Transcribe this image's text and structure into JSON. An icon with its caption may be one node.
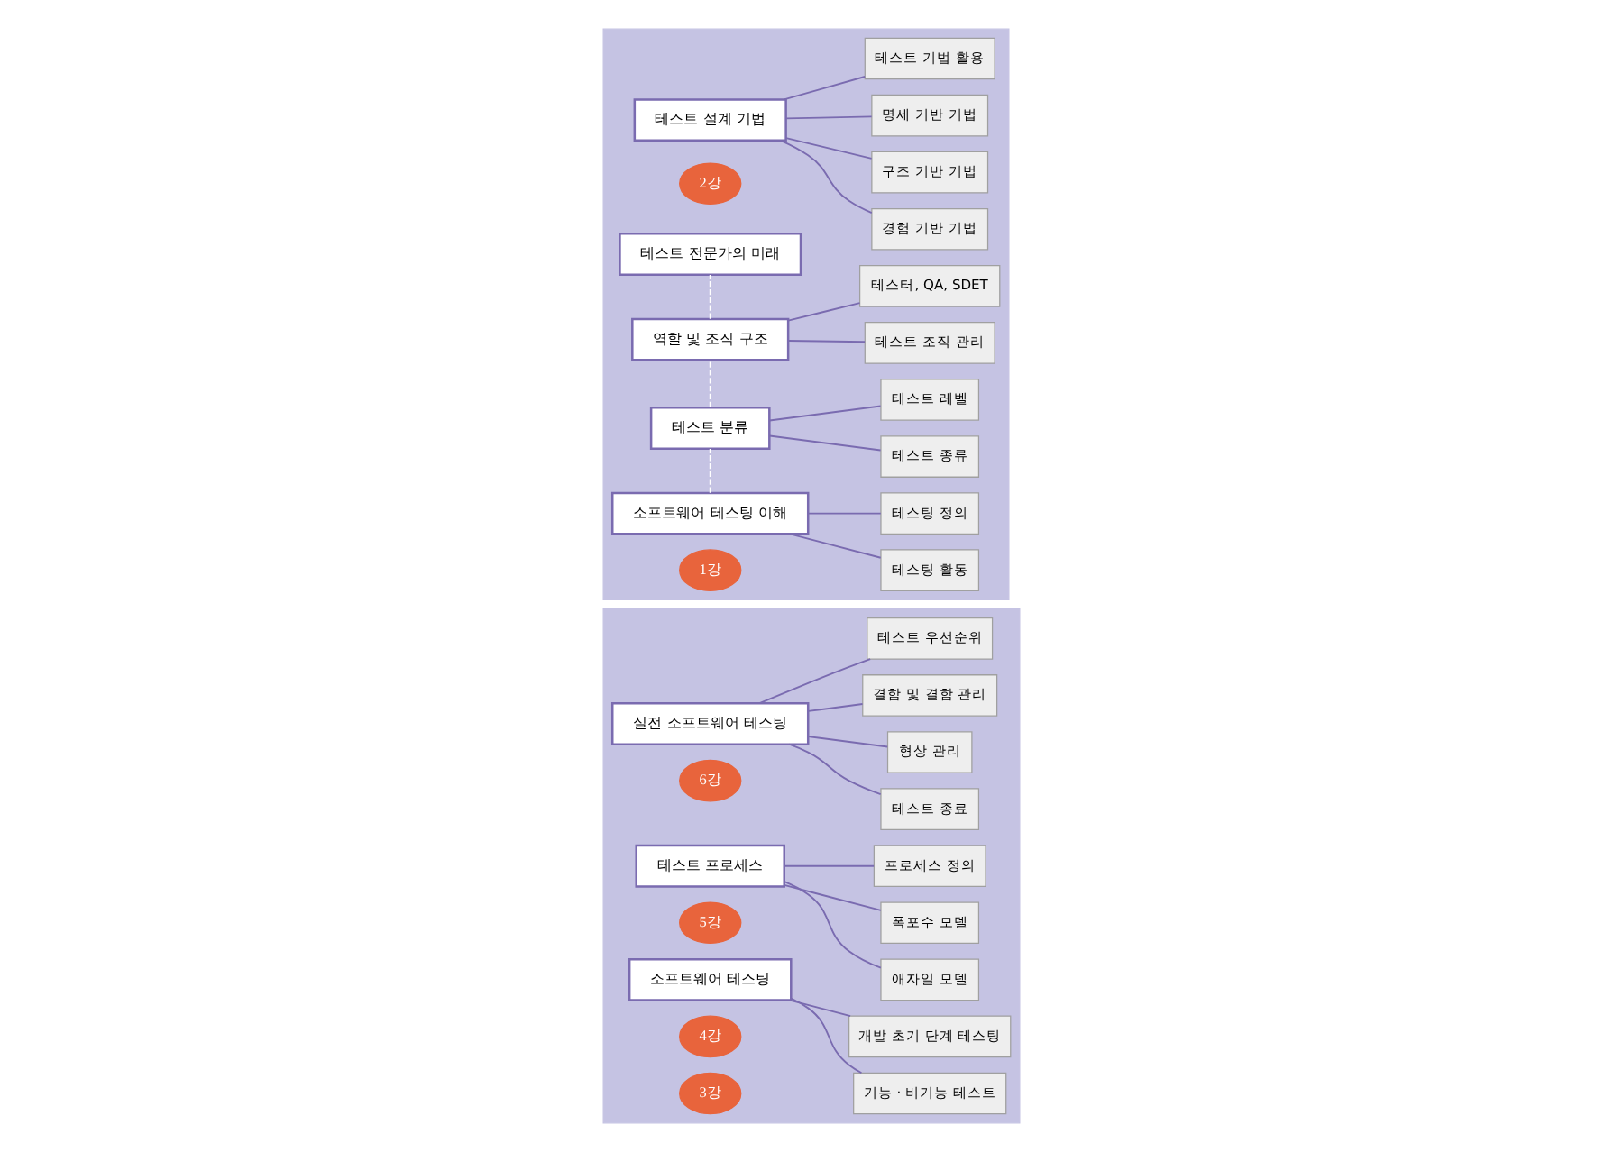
{
  "diagram": {
    "nodes": [
      {
        "text": [],
        "shape": "box"
      },
      {
        "text": [
          "1강"
        ],
        "in": 0
      },
      {
        "text": [
          "소프트웨어 테스팅 이해"
        ],
        "in": 0
      },
      {
        "text": [
          "테스팅 정의"
        ],
        "in": 0
      },
      {
        "text": [
          "테스팅 활동"
        ],
        "in": 0
      },
      {
        "text": [
          "테스트 분류"
        ],
        "in": 0
      },
      {
        "text": [
          "테스트 레벨"
        ],
        "in": 0
      },
      {
        "text": [
          "테스트 종류"
        ],
        "in": 0
      },
      {
        "text": [
          "역할 및 조직 구조"
        ],
        "in": 0
      },
      {
        "text": [
          "테스터, QA, SDET"
        ],
        "in": 0
      },
      {
        "text": [
          "테스트 조직 관리"
        ],
        "in": 0
      },
      {
        "text": [
          "테스트 전문가의 미래"
        ],
        "in": 0
      },
      {
        "text": [
          "2강"
        ],
        "in": 0
      },
      {
        "text": [
          "테스트 설계 기법"
        ],
        "in": 0
      },
      {
        "text": [
          "테스트 기법 활용"
        ],
        "in": 0
      },
      {
        "text": [
          "명세 기반 기법"
        ],
        "in": 0
      },
      {
        "text": [
          "구조 기반 기법"
        ],
        "in": 0
      },
      {
        "text": [
          "경험 기반 기법"
        ],
        "in": 0
      },
      {
        "text": [],
        "shape": "box"
      },
      {
        "text": [
          "3강"
        ],
        "in": 18
      },
      {
        "text": [
          "4강"
        ],
        "in": 18
      },
      {
        "text": [
          "소프트웨어 테스팅"
        ],
        "in": 18
      },
      {
        "text": [
          "개발 초기 단계 테스팅"
        ],
        "in": 18
      },
      {
        "text": [
          "기능 · 비기능 테스트"
        ],
        "in": 18
      },
      {
        "text": [
          "5강"
        ],
        "in": 18
      },
      {
        "text": [
          "테스트 프로세스"
        ],
        "in": 18
      },
      {
        "text": [
          "프로세스 정의"
        ],
        "in": 18
      },
      {
        "text": [
          "폭포수 모델"
        ],
        "in": 18
      },
      {
        "text": [
          "애자일 모델"
        ],
        "in": 18
      },
      {
        "text": [
          "6강"
        ],
        "in": 18
      },
      {
        "text": [
          "실전 소프트웨어 테스팅"
        ],
        "in": 18
      },
      {
        "text": [
          "테스트 우선순위"
        ],
        "in": 18
      },
      {
        "text": [
          "결함 및 결함 관리"
        ],
        "in": 18
      },
      {
        "text": [
          "형상 관리"
        ],
        "in": 18
      },
      {
        "text": [
          "테스트 종료"
        ],
        "in": 18
      }
    ],
    "edges": [
      {
        "from": 2,
        "to": 3,
        "arrow": "none"
      },
      {
        "from": 2,
        "to": 4,
        "arrow": "none"
      },
      {
        "from": 2,
        "to": 5,
        "arrow": "none",
        "style": "dashed",
        "color": "#ffffff"
      },
      {
        "from": 5,
        "to": 6,
        "arrow": "none"
      },
      {
        "from": 5,
        "to": 7,
        "arrow": "none"
      },
      {
        "from": 5,
        "to": 8,
        "arrow": "none",
        "style": "dashed",
        "color": "#ffffff"
      },
      {
        "from": 8,
        "to": 9,
        "arrow": "none"
      },
      {
        "from": 8,
        "to": 10,
        "arrow": "none"
      },
      {
        "from": 8,
        "to": 11,
        "arrow": "none",
        "style": "dashed",
        "color": "#ffffff"
      },
      {
        "from": 13,
        "to": 14,
        "arrow": "none"
      },
      {
        "from": 13,
        "to": 15,
        "arrow": "none"
      },
      {
        "from": 13,
        "to": 16,
        "arrow": "none"
      },
      {
        "from": 13,
        "to": 17,
        "arrow": "none"
      },
      {
        "from": 21,
        "to": 22,
        "arrow": "none"
      },
      {
        "from": 21,
        "to": 23,
        "arrow": "none"
      },
      {
        "from": 25,
        "to": 26,
        "arrow": "none"
      },
      {
        "from": 25,
        "to": 27,
        "arrow": "none"
      },
      {
        "from": 25,
        "to": 28,
        "arrow": "none"
      },
      {
        "from": 30,
        "to": 31,
        "arrow": "none"
      },
      {
        "from": 30,
        "to": 32,
        "arrow": "none"
      },
      {
        "from": 30,
        "to": 33,
        "arrow": "none"
      },
      {
        "from": 30,
        "to": 34,
        "arrow": "none"
      }
    ]
  }
}
